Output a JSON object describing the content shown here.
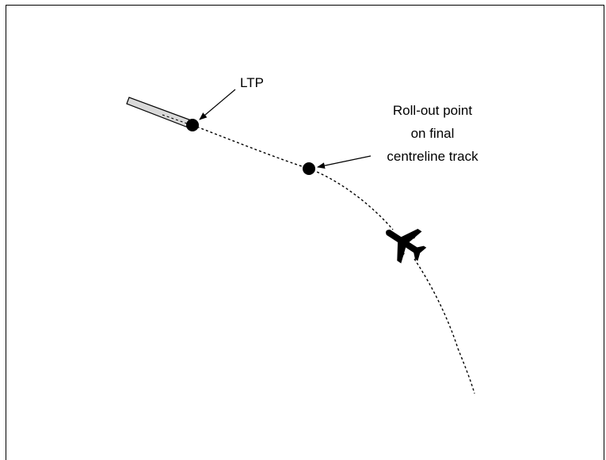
{
  "labels": {
    "ltp": "LTP",
    "rollout_line1": "Roll-out point",
    "rollout_line2": "on final",
    "rollout_line3": "centreline track"
  },
  "icons": {
    "runway": "runway-strip",
    "aircraft": "airplane-icon"
  },
  "colors": {
    "stroke": "#000000",
    "runway_fill": "#d9d9d9",
    "background": "#ffffff"
  }
}
